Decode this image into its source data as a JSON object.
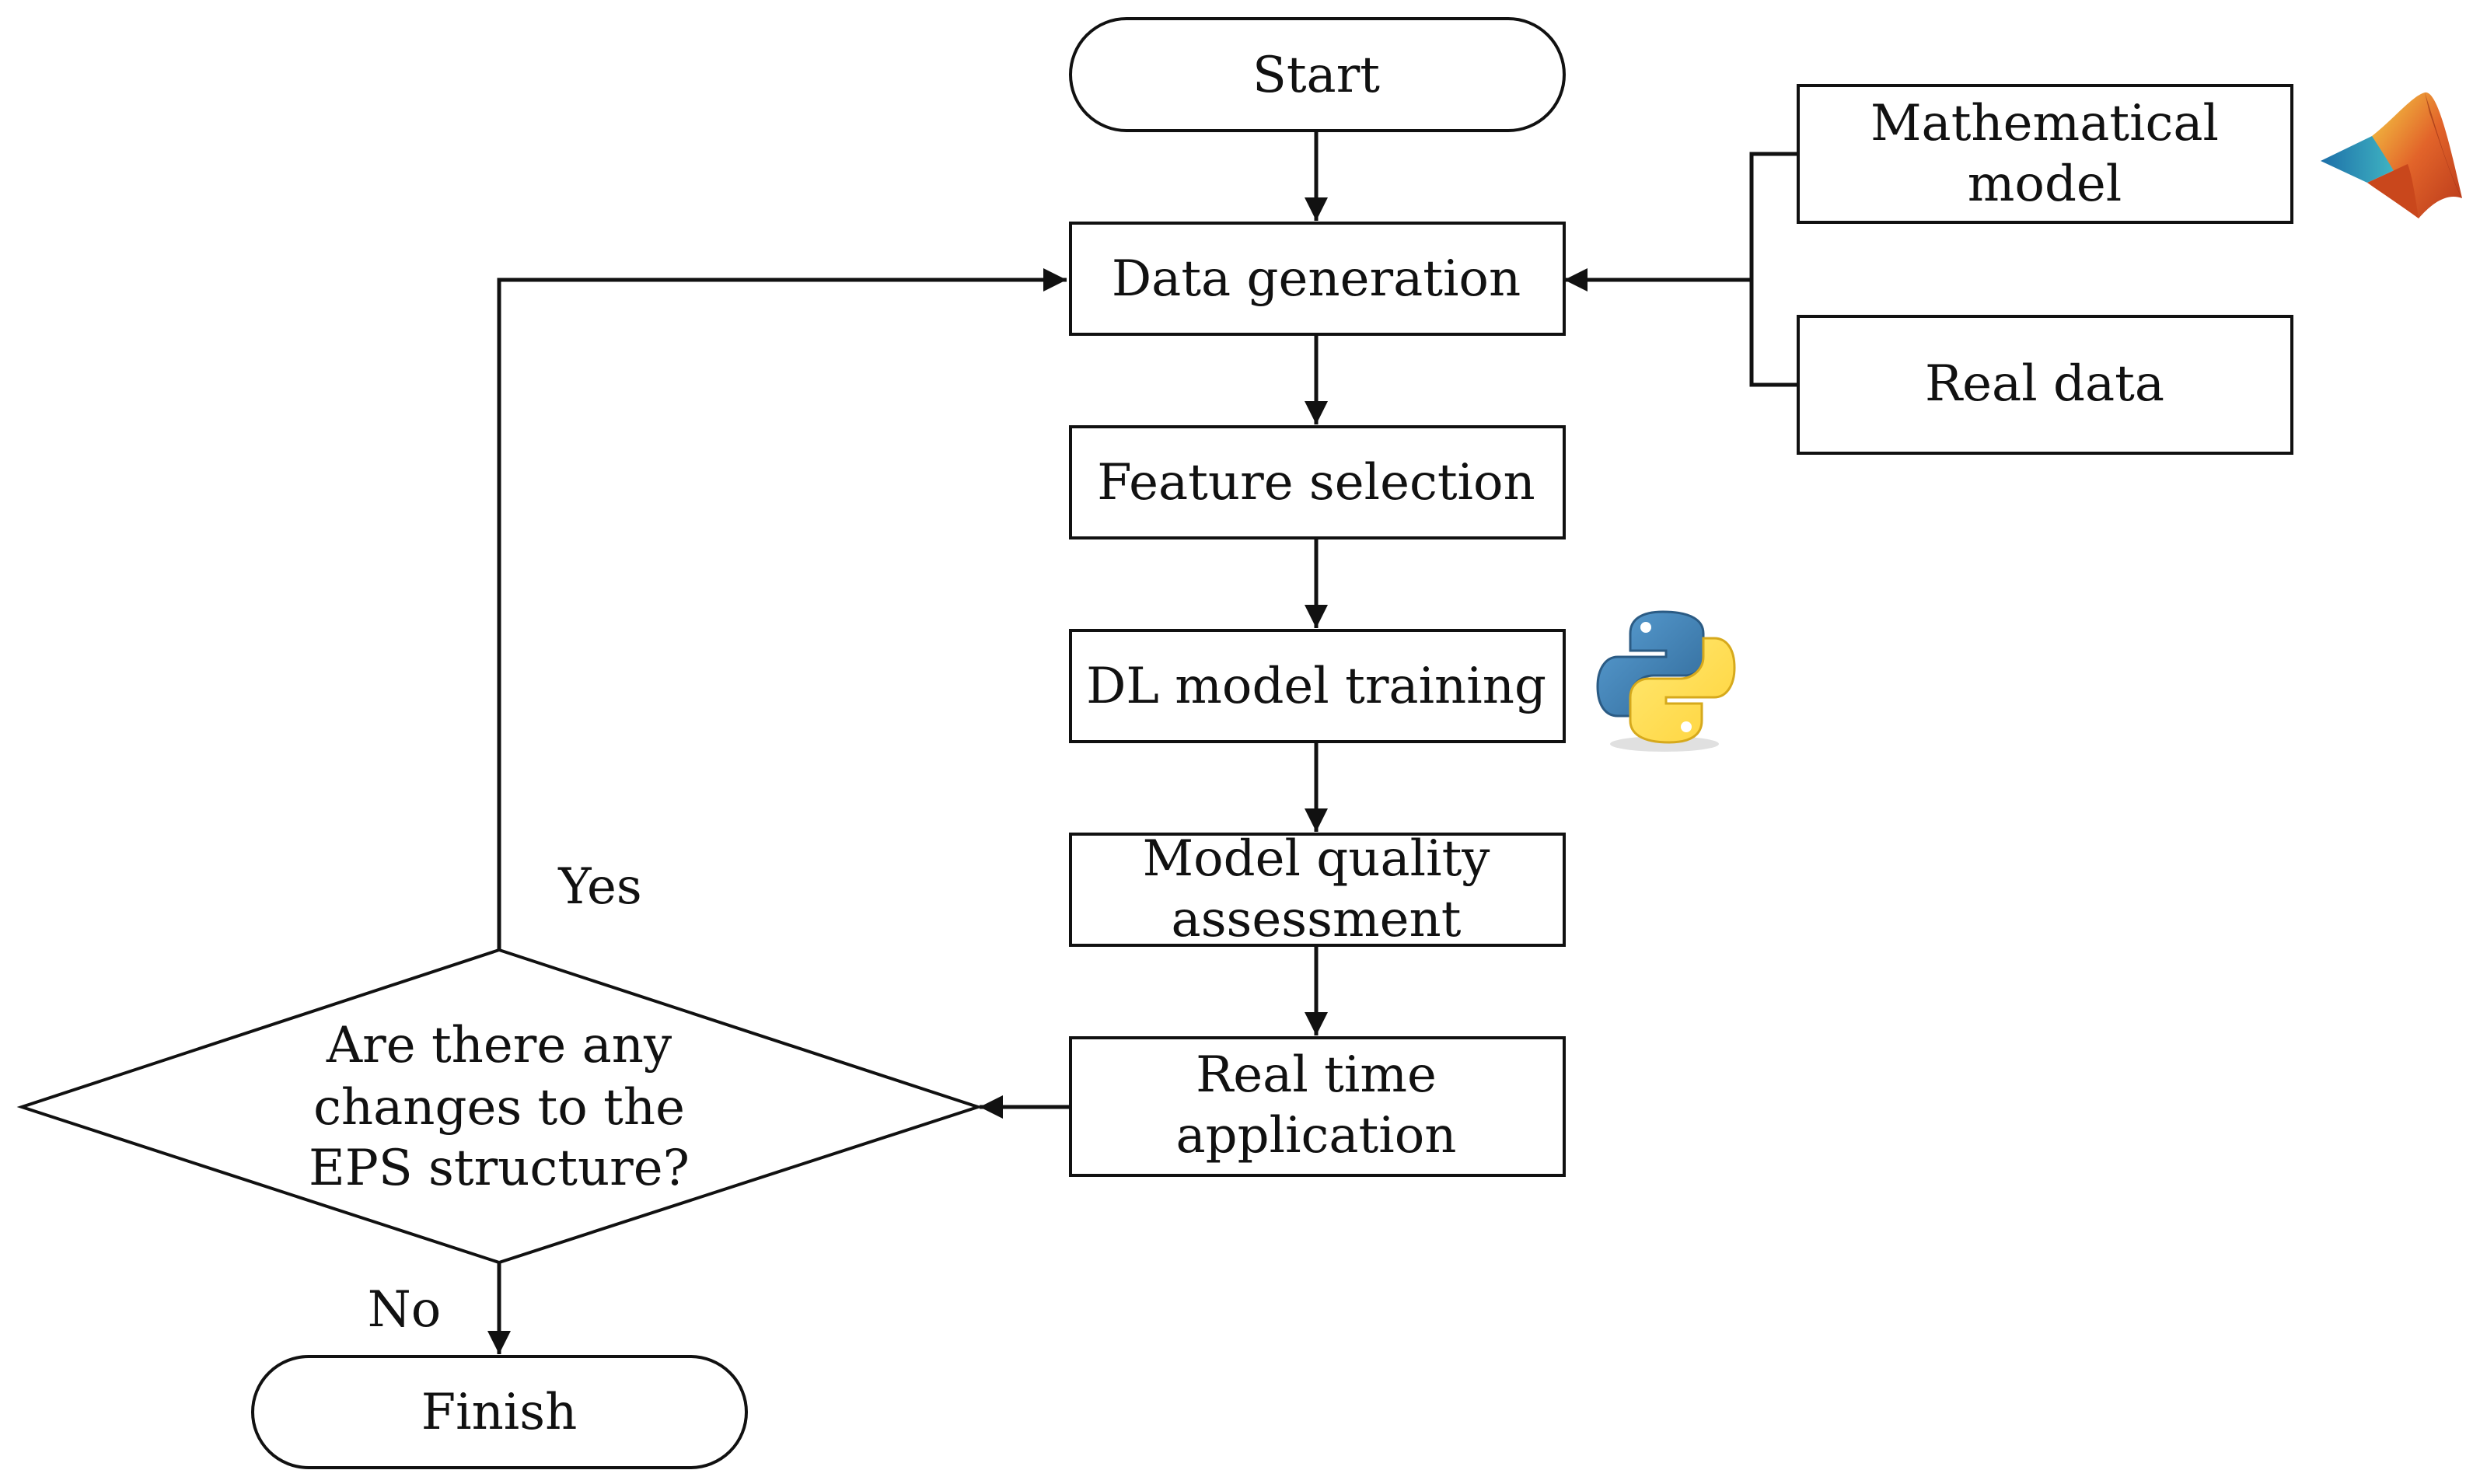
{
  "nodes": {
    "start": "Start",
    "data_generation": "Data generation",
    "feature_selection": "Feature selection",
    "dl_training": "DL model training",
    "quality_line1": "Model quality",
    "quality_line2": "assessment",
    "realtime_line1": "Real time",
    "realtime_line2": "application",
    "math_line1": "Mathematical",
    "math_line2": "model",
    "real_data": "Real data",
    "decision_line1": "Are there any",
    "decision_line2": "changes to the",
    "decision_line3": "EPS structure?",
    "finish": "Finish"
  },
  "labels": {
    "yes": "Yes",
    "no": "No"
  },
  "icons": {
    "matlab": "matlab-logo-icon",
    "python": "python-logo-icon"
  },
  "colors": {
    "stroke": "#111111",
    "background": "#ffffff"
  }
}
